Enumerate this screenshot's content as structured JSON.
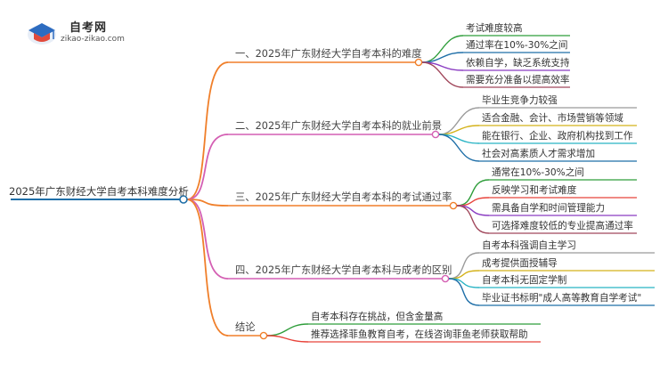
{
  "logo": {
    "title": "自考网",
    "url": "zikao-zikao.com"
  },
  "root": {
    "label": "2025年广东财经大学自考本科难度分析",
    "color": "#1f6fa8"
  },
  "branches": [
    {
      "label": "一、2025年广东财经大学自考本科的难度",
      "color": "#f07f2a",
      "leaves": [
        {
          "label": "考试难度较高",
          "color": "#2e9d3a"
        },
        {
          "label": "通过率在10%-30%之间",
          "color": "#1f6fa8"
        },
        {
          "label": "依赖自学，缺乏系统支持",
          "color": "#8a3cc2"
        },
        {
          "label": "需要充分准备以提高效率",
          "color": "#a1485c"
        }
      ]
    },
    {
      "label": "二、2025年广东财经大学自考本科的就业前景",
      "color": "#d45fb3",
      "leaves": [
        {
          "label": "毕业生竞争力较强",
          "color": "#9a9a9a"
        },
        {
          "label": "适合金融、会计、市场营销等领域",
          "color": "#d4b21a"
        },
        {
          "label": "能在银行、企业、政府机构找到工作",
          "color": "#27b3c4"
        },
        {
          "label": "社会对高素质人才需求增加",
          "color": "#1f6fa8"
        }
      ]
    },
    {
      "label": "三、2025年广东财经大学自考本科的考试通过率",
      "color": "#f07f2a",
      "leaves": [
        {
          "label": "通常在10%-30%之间",
          "color": "#2e9d3a"
        },
        {
          "label": "反映学习和考试难度",
          "color": "#e8433a"
        },
        {
          "label": "需具备自学和时间管理能力",
          "color": "#8a3cc2"
        },
        {
          "label": "可选择难度较低的专业提高通过率",
          "color": "#a1485c"
        }
      ]
    },
    {
      "label": "四、2025年广东财经大学自考本科与成考的区别",
      "color": "#d45fb3",
      "leaves": [
        {
          "label": "自考本科强调自主学习",
          "color": "#9a9a9a"
        },
        {
          "label": "成考提供面授辅导",
          "color": "#d4b21a"
        },
        {
          "label": "自考本科无固定学制",
          "color": "#27b3c4"
        },
        {
          "label": "毕业证书标明\"成人高等教育自学考试\"",
          "color": "#1f6fa8"
        }
      ]
    },
    {
      "label": "结论",
      "color": "#f07f2a",
      "leaves": [
        {
          "label": "自考本科存在挑战，但含金量高",
          "color": "#2e9d3a"
        },
        {
          "label": "推荐选择菲鱼教育自考，在线咨询菲鱼老师获取帮助",
          "color": "#e8433a"
        }
      ]
    }
  ]
}
